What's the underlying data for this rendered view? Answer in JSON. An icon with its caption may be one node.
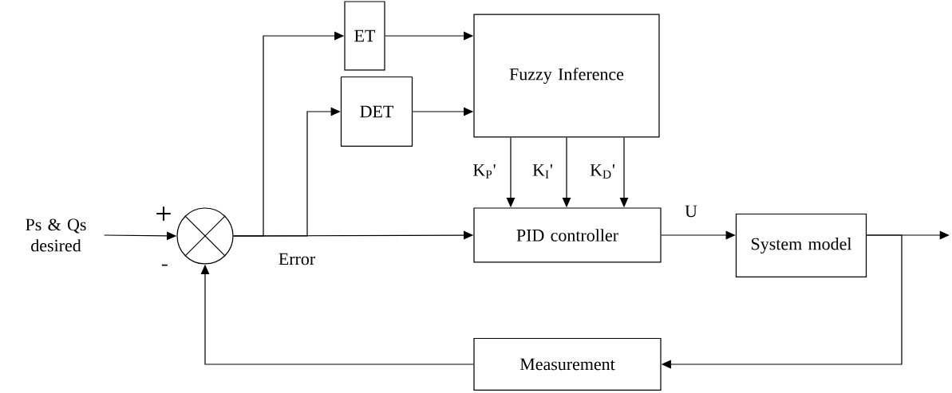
{
  "diagram": {
    "nodes": [
      {
        "text": [
          "Ps & Qs desired"
        ]
      },
      {
        "text": [],
        "shape": "circle"
      },
      {
        "text": [
          "ET"
        ]
      },
      {
        "text": [
          "DET"
        ]
      },
      {
        "text": [
          "Fuzzy Inference"
        ]
      },
      {
        "text": [
          "PID controller"
        ]
      },
      {
        "text": [
          "System model"
        ]
      },
      {
        "text": [
          "Measurement"
        ]
      }
    ],
    "edges": [
      {
        "from": 0,
        "to": 1,
        "arrow": "to"
      },
      {
        "from": 1,
        "to": 2,
        "arrow": "to"
      },
      {
        "from": 1,
        "to": 3,
        "arrow": "to"
      },
      {
        "from": 1,
        "to": 5,
        "arrow": "to",
        "label": "Error"
      },
      {
        "from": 2,
        "to": 4,
        "arrow": "to"
      },
      {
        "from": 3,
        "to": 4,
        "arrow": "to"
      },
      {
        "from": 4,
        "to": 5,
        "arrow": "to",
        "label": "K$_{P}$'"
      },
      {
        "from": 4,
        "to": 5,
        "arrow": "to",
        "label": "K$_{I}$'"
      },
      {
        "from": 4,
        "to": 5,
        "arrow": "to",
        "label": "K$_{D}$'"
      },
      {
        "from": 5,
        "to": 6,
        "arrow": "to",
        "label": "U"
      },
      {
        "from": 6,
        "to": null,
        "arrow": "to"
      },
      {
        "from": 6,
        "to": 7,
        "arrow": "to"
      },
      {
        "from": 7,
        "to": 1,
        "arrow": "to"
      }
    ],
    "labels": [
      "+",
      "-"
    ]
  }
}
